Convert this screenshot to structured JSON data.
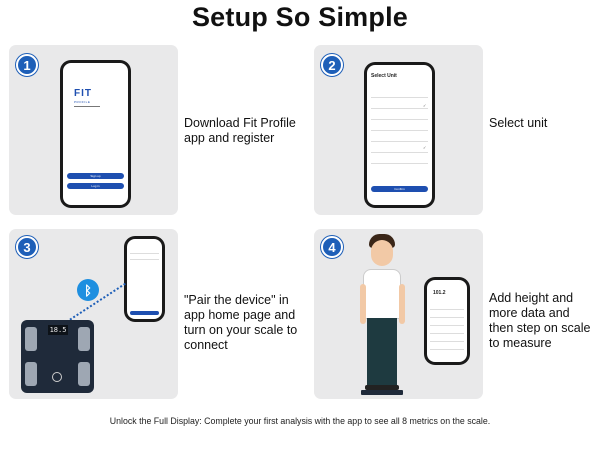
{
  "title": "Setup So Simple",
  "steps": [
    {
      "number": "1",
      "caption": "Download Fit Profile app and register"
    },
    {
      "number": "2",
      "caption": "Select unit"
    },
    {
      "number": "3",
      "caption": "\"Pair the device\" in app home page and turn on your scale to connect"
    },
    {
      "number": "4",
      "caption": "Add height and more data and then step on scale to measure"
    }
  ],
  "phone1": {
    "logo": "FIT",
    "logo_sub": "PROFILE",
    "sign_up": "Sign up",
    "log_in": "Log in"
  },
  "phone2": {
    "heading": "Select Unit",
    "button": "Confirm"
  },
  "footer": "Unlock the Full Display: Complete your first analysis with the app to see all 8 metrics on the scale.",
  "colors": {
    "accent": "#1e5fb8",
    "panel": "#e9e9ea",
    "scale": "#1f2a3a"
  }
}
